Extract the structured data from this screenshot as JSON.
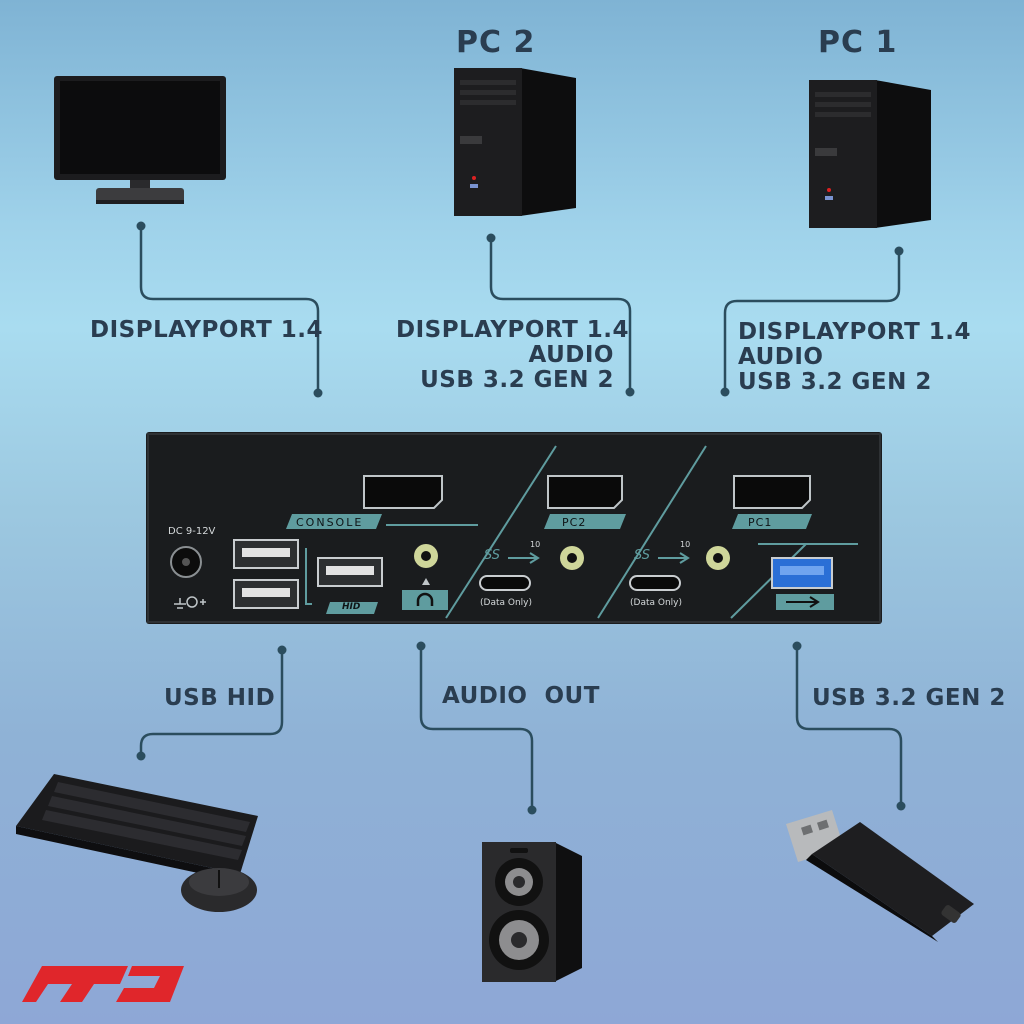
{
  "devices": {
    "pc2_title": "PC 2",
    "pc1_title": "PC 1"
  },
  "labels": {
    "monitor_link": "DISPLAYPORT 1.4",
    "pc2_link": "DISPLAYPORT 1.4\nAUDIO\nUSB 3.2 GEN 2",
    "pc1_link": "DISPLAYPORT 1.4\nAUDIO\nUSB 3.2 GEN 2",
    "usb_hid": "USB HID",
    "audio_out": "AUDIO  OUT",
    "usb_32": "USB 3.2 GEN 2"
  },
  "panel": {
    "dc_label": "DC  9-12V",
    "console_label": "CONSOLE",
    "pc2_label": "PC2",
    "pc1_label": "PC1",
    "hid_label": "HID",
    "ss_label": "SS",
    "ss_speed": "10",
    "data_only": "(Data Only)"
  },
  "colors": {
    "connector_line": "#2b4d5e",
    "label_text": "#2a3d50",
    "panel_teal": "#5f9c9f",
    "usb3_blue": "#2a6fd6",
    "logo_red": "#e0262b"
  }
}
